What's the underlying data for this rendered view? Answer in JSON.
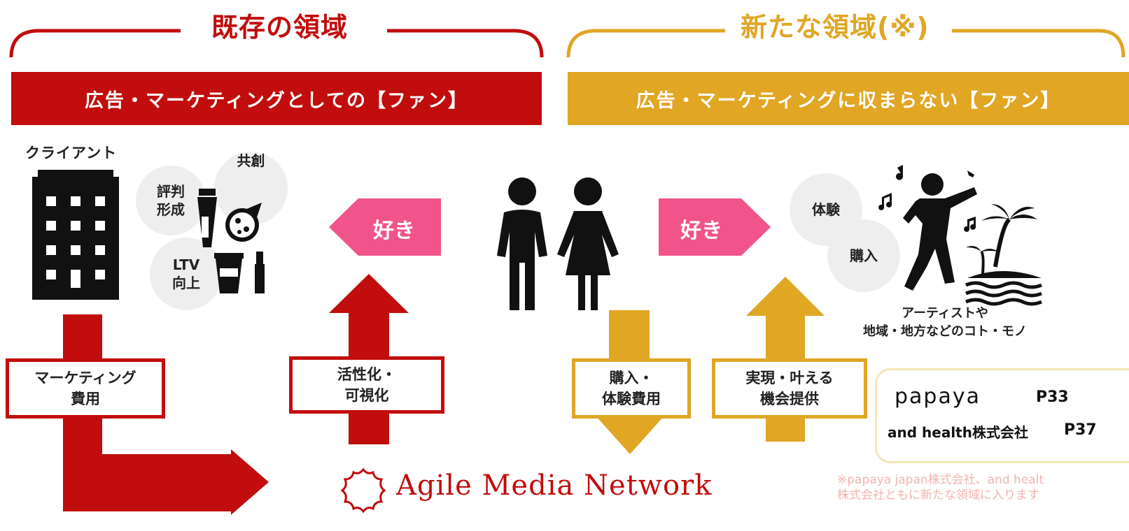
{
  "left_section": {
    "title": "既存の領域",
    "banner": "広告・マーケティングとしての【ファン】"
  },
  "right_section": {
    "title": "新たな領域(※)",
    "banner": "広告・マーケティングに収まらない【ファン】"
  },
  "client": {
    "label": "クライアント",
    "circles": [
      "評判\n形成",
      "共創",
      "LTV\n向上"
    ]
  },
  "arrows": {
    "left_like": "好き",
    "right_like": "好き"
  },
  "flow_labels": {
    "marketing_cost": "マーケティング\n費用",
    "activation": "活性化・\n可視化",
    "purchase": "購入・\n体験費用",
    "opportunity": "実現・叶える\n機会提供"
  },
  "artist": {
    "circles": [
      "体験",
      "購入"
    ],
    "caption": "アーティストや\n地域・地方などのコト・モノ"
  },
  "partners": {
    "papaya_logo": "papaya",
    "papaya_page": "P33",
    "andhealth": "and health株式会社",
    "andhealth_page": "P37"
  },
  "brand": {
    "name": "Agile Media Network"
  },
  "note": "※papaya japan株式会社、and healt\n株式会社ともに新たな領域に入ります",
  "colors": {
    "red": "#c10d0d",
    "gold": "#e0a624",
    "pink": "#f0548a",
    "note": "#f3b3ae"
  }
}
